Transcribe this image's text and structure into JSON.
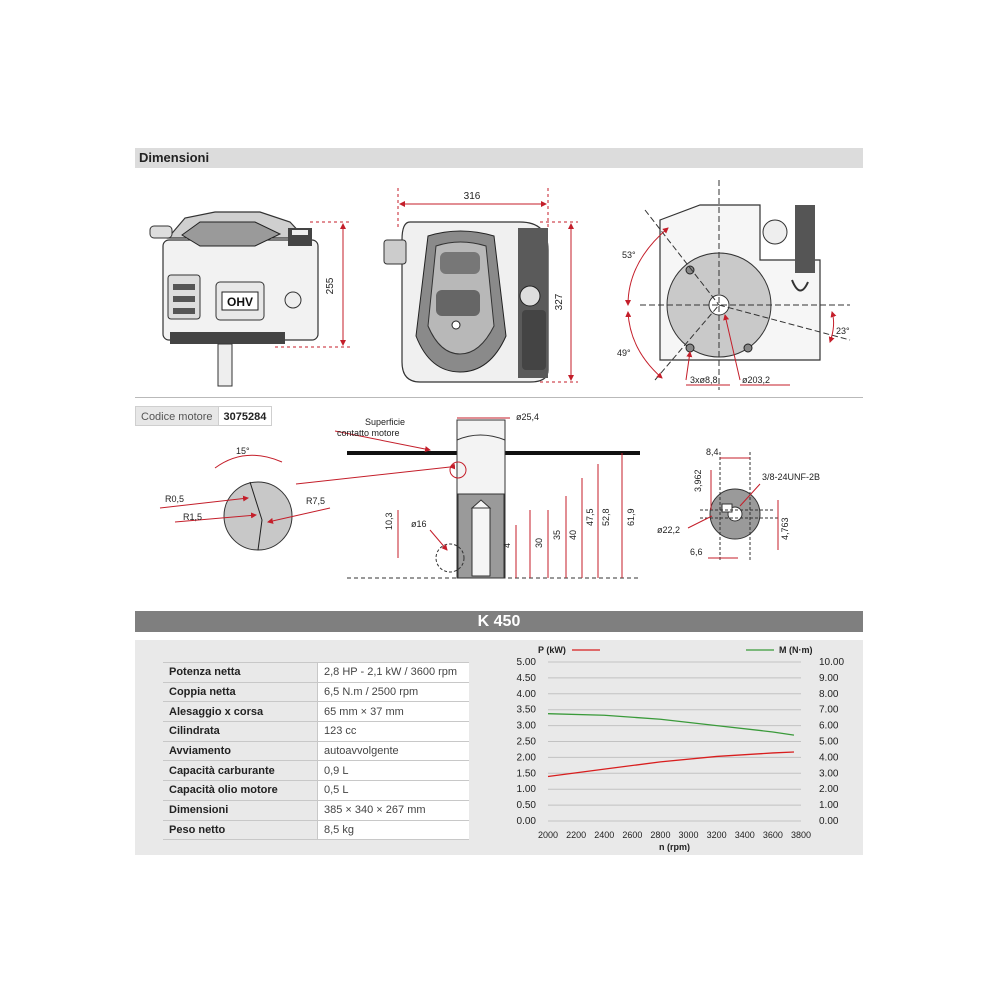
{
  "header": {
    "title": "Dimensioni"
  },
  "engine_code": {
    "label": "Codice motore",
    "value": "3075284"
  },
  "model": {
    "name": "K 450"
  },
  "drawings": {
    "front": {
      "height": "255",
      "oil_label": "OHV"
    },
    "side": {
      "width": "316",
      "height": "327"
    },
    "bottom": {
      "angle_top": "53°",
      "angle_bottom": "49°",
      "angle_right": "23°",
      "holes": "3xø8,8",
      "bolt_circle": "ø203,2"
    },
    "key": {
      "angle": "15°",
      "r_small": "R0,5",
      "r_mid": "R1,5",
      "r_big": "R7,5"
    },
    "shaft": {
      "surface_label_1": "Superficie",
      "surface_label_2": "contatto motore",
      "dia_top": "ø25,4",
      "dia_hole": "ø16",
      "d_10_3": "10,3",
      "d_4": "4",
      "d_30": "30",
      "d_35": "35",
      "d_40": "40",
      "d_47_5": "47,5",
      "d_52_8": "52,8",
      "d_61_9": "61,9"
    },
    "section": {
      "w_8_4": "8,4",
      "h_3_962": "3,962",
      "thread": "3/8-24UNF-2B",
      "dia": "ø22,2",
      "h_4_763": "4,763",
      "w_6_6": "6,6"
    }
  },
  "specs": [
    {
      "key": "Potenza netta",
      "value": "2,8 HP - 2,1 kW / 3600 rpm"
    },
    {
      "key": "Coppia netta",
      "value": "6,5 N.m / 2500 rpm"
    },
    {
      "key": "Alesaggio x corsa",
      "value": "65 mm × 37 mm"
    },
    {
      "key": "Cilindrata",
      "value": "123 cc"
    },
    {
      "key": "Avviamento",
      "value": "autoavvolgente"
    },
    {
      "key": "Capacità carburante",
      "value": "0,9 L"
    },
    {
      "key": "Capacità olio motore",
      "value": "0,5 L"
    },
    {
      "key": "Dimensioni",
      "value": "385 × 340 × 267 mm"
    },
    {
      "key": "Peso netto",
      "value": "8,5 kg"
    }
  ],
  "chart_data": {
    "type": "line",
    "xlabel": "n (rpm)",
    "x_ticks": [
      "2000",
      "2200",
      "2400",
      "2600",
      "2800",
      "3000",
      "3200",
      "3400",
      "3600",
      "3800"
    ],
    "y_left_ticks": [
      "0.00",
      "0.50",
      "1.00",
      "1.50",
      "2.00",
      "2.50",
      "3.00",
      "3.50",
      "4.00",
      "4.50",
      "5.00"
    ],
    "y_right_ticks": [
      "0.00",
      "1.00",
      "2.00",
      "3.00",
      "4.00",
      "5.00",
      "6.00",
      "7.00",
      "8.00",
      "9.00",
      "10.00"
    ],
    "xlim": [
      2000,
      3800
    ],
    "ylim_left": [
      0,
      5
    ],
    "ylim_right": [
      0,
      10
    ],
    "grid": true,
    "series": [
      {
        "name": "P (kW)",
        "axis": "left",
        "color": "#d81e1e",
        "x": [
          2000,
          2400,
          2800,
          3200,
          3600,
          3750
        ],
        "y": [
          1.4,
          1.63,
          1.86,
          2.03,
          2.14,
          2.17
        ]
      },
      {
        "name": "M (N·m)",
        "axis": "right",
        "color": "#3a9a3a",
        "x": [
          2000,
          2400,
          2800,
          3200,
          3600,
          3750
        ],
        "y": [
          6.75,
          6.65,
          6.4,
          6.0,
          5.6,
          5.4
        ]
      }
    ]
  }
}
